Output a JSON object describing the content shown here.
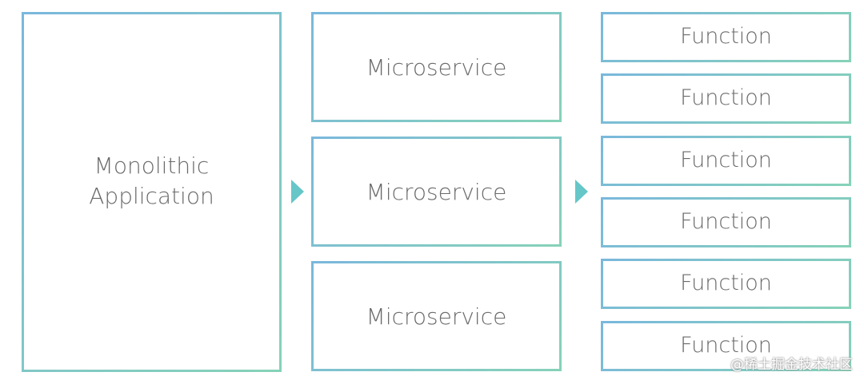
{
  "monolith": {
    "line1": "Monolithic",
    "line2": "Application"
  },
  "microservices": [
    {
      "label": "Microservice"
    },
    {
      "label": "Microservice"
    },
    {
      "label": "Microservice"
    }
  ],
  "functions": [
    {
      "label": "Function"
    },
    {
      "label": "Function"
    },
    {
      "label": "Function"
    },
    {
      "label": "Function"
    },
    {
      "label": "Function"
    },
    {
      "label": "Function"
    }
  ],
  "watermark": "@稀土掘金技术社区",
  "colors": {
    "border_start": "#7ab8dc",
    "border_end": "#86d2b8",
    "arrow": "#66c6c8",
    "text": "#6a6a6a"
  }
}
